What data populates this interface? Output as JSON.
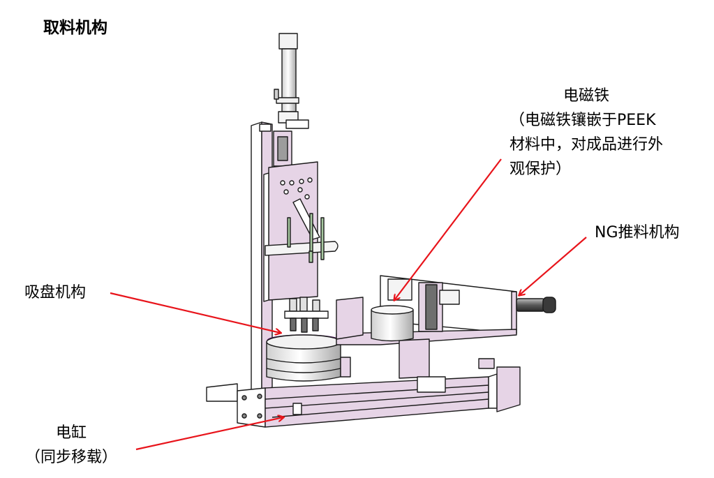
{
  "title": "取料机构",
  "colors": {
    "part_fill": "#e6d4e6",
    "outline": "#1a1a1a",
    "arrow": "#e8141b",
    "metal_light": "#f2f2f2",
    "metal_dark": "#8a8a8a",
    "pin_green": "#a7c9a0",
    "suction_purple": "#9b30b5"
  },
  "callouts": {
    "magnet": {
      "line1": "电磁铁",
      "line2": "（电磁铁镶嵌于PEEK",
      "line3": "材料中，对成品进行外",
      "line4": "观保护）"
    },
    "ng_pusher": {
      "line1": "NG推料机构"
    },
    "suction": {
      "line1": "吸盘机构"
    },
    "cylinder": {
      "line1": "电缸",
      "line2": "（同步移载）"
    }
  }
}
